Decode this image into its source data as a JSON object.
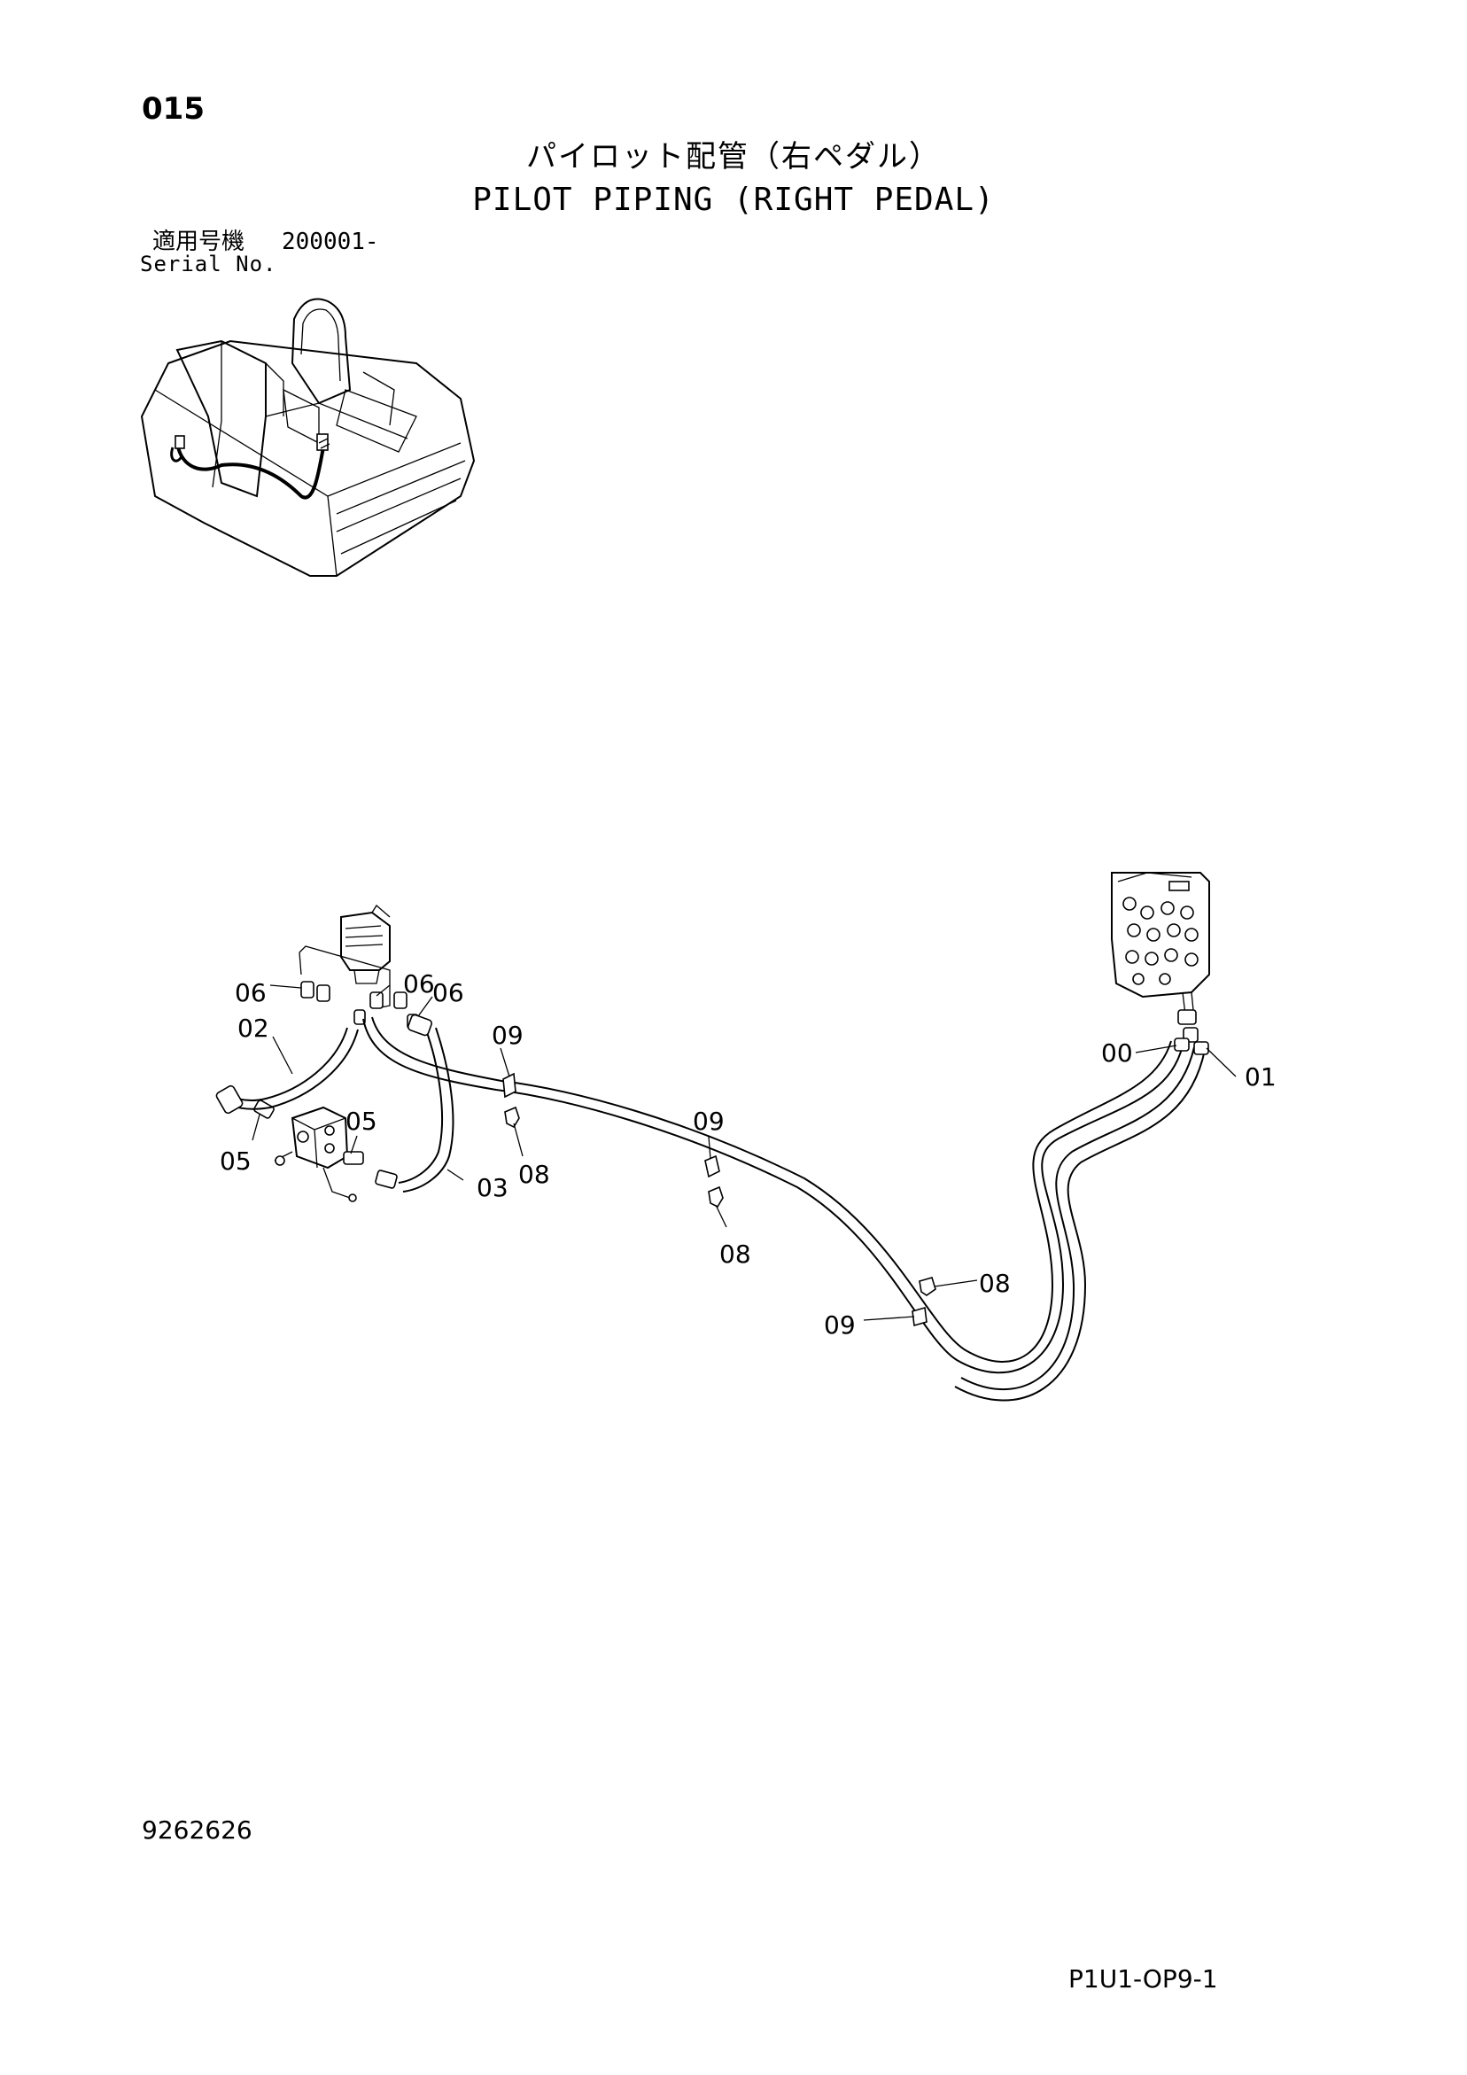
{
  "header": {
    "page_number": "015",
    "title_jp": "パイロット配管（右ペダル）",
    "title_en": "PILOT PIPING (RIGHT PEDAL)",
    "serial_label_jp": "適用号機",
    "serial_range": "200001-",
    "serial_label_en": "Serial No."
  },
  "callouts": {
    "c00": "00",
    "c01": "01",
    "c02": "02",
    "c03": "03",
    "c05a": "05",
    "c05b": "05",
    "c06a": "06",
    "c06b": "06",
    "c06c": "06",
    "c08a": "08",
    "c08b": "08",
    "c08c": "08",
    "c09a": "09",
    "c09b": "09",
    "c09c": "09"
  },
  "footer": {
    "doc_number": "9262626",
    "page_code": "P1U1-OP9-1"
  }
}
